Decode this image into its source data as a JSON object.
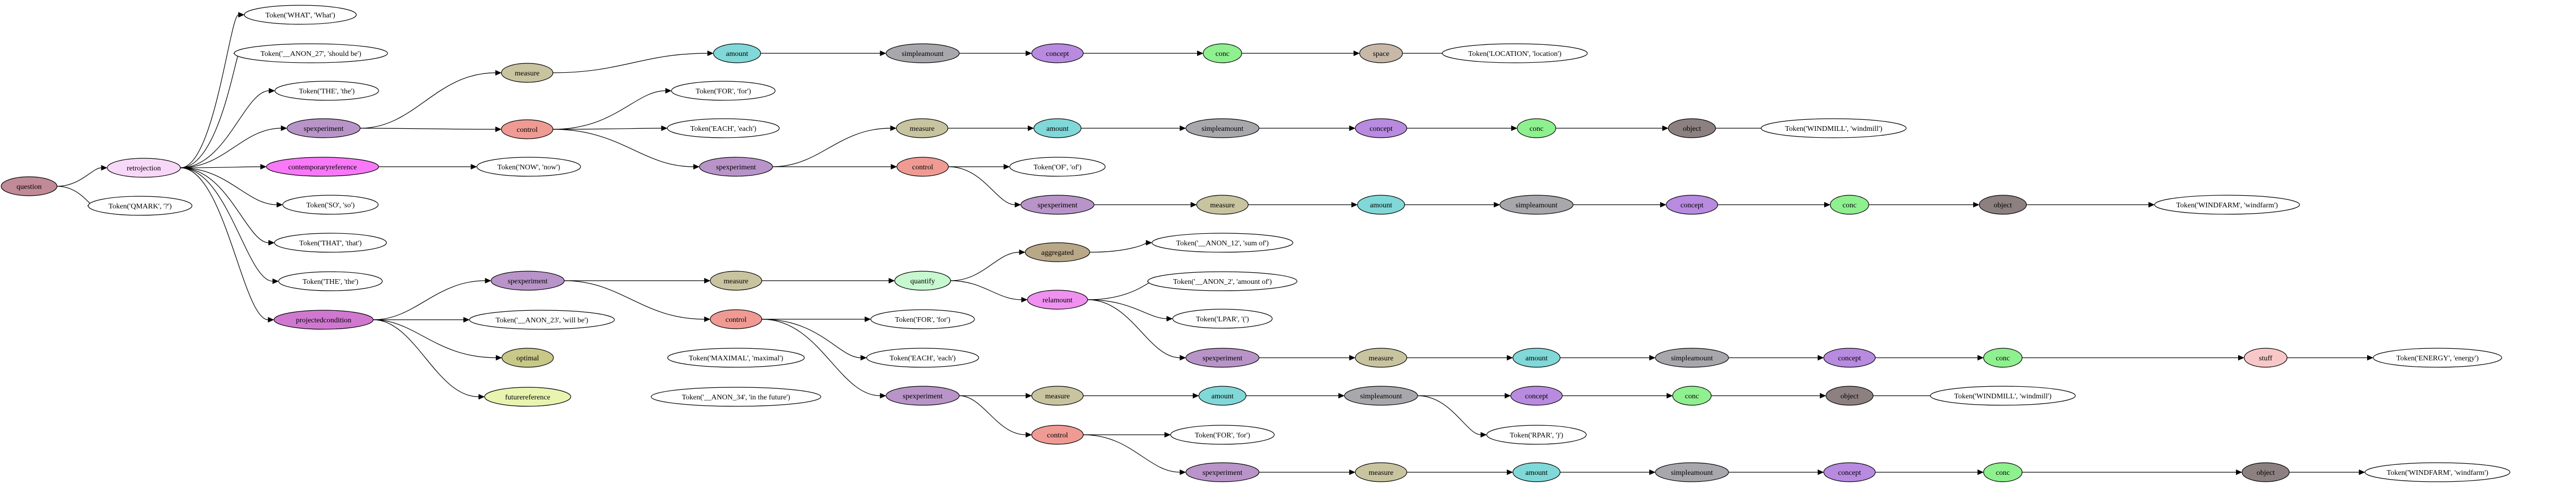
{
  "colors": {
    "question": "#c08a96",
    "retrojection": "#f8d8f8",
    "spexperiment": "#b894c8",
    "control": "#f09a94",
    "measure": "#c8c4a0",
    "amount": "#80d8d8",
    "simpleamount": "#a8a8ac",
    "concept": "#b88ae0",
    "conc": "#8ef08e",
    "space": "#c8b8a8",
    "object": "#8c8080",
    "contemporaryreference": "#f878f8",
    "projectedcondition": "#d078d0",
    "optimal": "#c8c888",
    "futurereference": "#e8f4b0",
    "quantify": "#c8f8d0",
    "aggregated": "#b8a888",
    "relamount": "#f090f0",
    "stuff": "#f8c8c8",
    "token": "#ffffff"
  },
  "nodes": [
    {
      "id": "question",
      "label": "question",
      "kind": "question"
    },
    {
      "id": "qmark",
      "label": "Token('QMARK', '?')",
      "kind": "token"
    },
    {
      "id": "retro",
      "label": "retrojection",
      "kind": "retrojection"
    },
    {
      "id": "t_what",
      "label": "Token('WHAT', 'What')",
      "kind": "token"
    },
    {
      "id": "t_anon27",
      "label": "Token('__ANON_27', 'should be')",
      "kind": "token"
    },
    {
      "id": "t_the1",
      "label": "Token('THE', 'the')",
      "kind": "token"
    },
    {
      "id": "spexp1",
      "label": "spexperiment",
      "kind": "spexperiment"
    },
    {
      "id": "measure1",
      "label": "measure",
      "kind": "measure"
    },
    {
      "id": "amount1",
      "label": "amount",
      "kind": "amount"
    },
    {
      "id": "simple1",
      "label": "simpleamount",
      "kind": "simpleamount"
    },
    {
      "id": "concept1",
      "label": "concept",
      "kind": "concept"
    },
    {
      "id": "conc1",
      "label": "conc",
      "kind": "conc"
    },
    {
      "id": "space1",
      "label": "space",
      "kind": "space"
    },
    {
      "id": "t_location",
      "label": "Token('LOCATION', 'location')",
      "kind": "token"
    },
    {
      "id": "control1",
      "label": "control",
      "kind": "control"
    },
    {
      "id": "t_for1",
      "label": "Token('FOR', 'for')",
      "kind": "token"
    },
    {
      "id": "t_each1",
      "label": "Token('EACH', 'each')",
      "kind": "token"
    },
    {
      "id": "spexp2",
      "label": "spexperiment",
      "kind": "spexperiment"
    },
    {
      "id": "measure2",
      "label": "measure",
      "kind": "measure"
    },
    {
      "id": "amount2",
      "label": "amount",
      "kind": "amount"
    },
    {
      "id": "simple2",
      "label": "simpleamount",
      "kind": "simpleamount"
    },
    {
      "id": "concept2",
      "label": "concept",
      "kind": "concept"
    },
    {
      "id": "conc2",
      "label": "conc",
      "kind": "conc"
    },
    {
      "id": "object2",
      "label": "object",
      "kind": "object"
    },
    {
      "id": "t_windmill1",
      "label": "Token('WINDMILL', 'windmill')",
      "kind": "token"
    },
    {
      "id": "control2",
      "label": "control",
      "kind": "control"
    },
    {
      "id": "t_of",
      "label": "Token('OF', 'of')",
      "kind": "token"
    },
    {
      "id": "spexp3",
      "label": "spexperiment",
      "kind": "spexperiment"
    },
    {
      "id": "measure3",
      "label": "measure",
      "kind": "measure"
    },
    {
      "id": "amount3",
      "label": "amount",
      "kind": "amount"
    },
    {
      "id": "simple3",
      "label": "simpleamount",
      "kind": "simpleamount"
    },
    {
      "id": "concept3",
      "label": "concept",
      "kind": "concept"
    },
    {
      "id": "conc3",
      "label": "conc",
      "kind": "conc"
    },
    {
      "id": "object3",
      "label": "object",
      "kind": "object"
    },
    {
      "id": "t_windfarm1",
      "label": "Token('WINDFARM', 'windfarm')",
      "kind": "token"
    },
    {
      "id": "contemp",
      "label": "contemporaryreference",
      "kind": "contemporaryreference"
    },
    {
      "id": "t_now",
      "label": "Token('NOW', 'now')",
      "kind": "token"
    },
    {
      "id": "t_so",
      "label": "Token('SO', 'so')",
      "kind": "token"
    },
    {
      "id": "t_that",
      "label": "Token('THAT', 'that')",
      "kind": "token"
    },
    {
      "id": "t_the2",
      "label": "Token('THE', 'the')",
      "kind": "token"
    },
    {
      "id": "projcond",
      "label": "projectedcondition",
      "kind": "projectedcondition"
    },
    {
      "id": "spexp4",
      "label": "spexperiment",
      "kind": "spexperiment"
    },
    {
      "id": "measure4",
      "label": "measure",
      "kind": "measure"
    },
    {
      "id": "quantify",
      "label": "quantify",
      "kind": "quantify"
    },
    {
      "id": "aggregated",
      "label": "aggregated",
      "kind": "aggregated"
    },
    {
      "id": "t_anon12",
      "label": "Token('__ANON_12', 'sum of')",
      "kind": "token"
    },
    {
      "id": "relamount",
      "label": "relamount",
      "kind": "relamount"
    },
    {
      "id": "t_anon2",
      "label": "Token('__ANON_2', 'amount of')",
      "kind": "token"
    },
    {
      "id": "t_lpar",
      "label": "Token('LPAR', '(')",
      "kind": "token"
    },
    {
      "id": "spexp5",
      "label": "spexperiment",
      "kind": "spexperiment"
    },
    {
      "id": "measure5",
      "label": "measure",
      "kind": "measure"
    },
    {
      "id": "amount5",
      "label": "amount",
      "kind": "amount"
    },
    {
      "id": "simple5",
      "label": "simpleamount",
      "kind": "simpleamount"
    },
    {
      "id": "concept5",
      "label": "concept",
      "kind": "concept"
    },
    {
      "id": "conc5",
      "label": "conc",
      "kind": "conc"
    },
    {
      "id": "stuff5",
      "label": "stuff",
      "kind": "stuff"
    },
    {
      "id": "t_energy",
      "label": "Token('ENERGY', 'energy')",
      "kind": "token"
    },
    {
      "id": "control4",
      "label": "control",
      "kind": "control"
    },
    {
      "id": "t_for2",
      "label": "Token('FOR', 'for')",
      "kind": "token"
    },
    {
      "id": "t_each2",
      "label": "Token('EACH', 'each')",
      "kind": "token"
    },
    {
      "id": "t_anon23",
      "label": "Token('__ANON_23', 'will be')",
      "kind": "token"
    },
    {
      "id": "optimal",
      "label": "optimal",
      "kind": "optimal"
    },
    {
      "id": "t_maximal",
      "label": "Token('MAXIMAL', 'maximal')",
      "kind": "token"
    },
    {
      "id": "futureref",
      "label": "futurereference",
      "kind": "futurereference"
    },
    {
      "id": "t_anon34",
      "label": "Token('__ANON_34', 'in the future')",
      "kind": "token"
    },
    {
      "id": "spexp6",
      "label": "spexperiment",
      "kind": "spexperiment"
    },
    {
      "id": "measure6",
      "label": "measure",
      "kind": "measure"
    },
    {
      "id": "amount6",
      "label": "amount",
      "kind": "amount"
    },
    {
      "id": "simple6",
      "label": "simpleamount",
      "kind": "simpleamount"
    },
    {
      "id": "t_rpar",
      "label": "Token('RPAR', ')')",
      "kind": "token"
    },
    {
      "id": "concept6",
      "label": "concept",
      "kind": "concept"
    },
    {
      "id": "conc6",
      "label": "conc",
      "kind": "conc"
    },
    {
      "id": "object6",
      "label": "object",
      "kind": "object"
    },
    {
      "id": "t_windmill2",
      "label": "Token('WINDMILL', 'windmill')",
      "kind": "token"
    },
    {
      "id": "control6",
      "label": "control",
      "kind": "control"
    },
    {
      "id": "t_for3",
      "label": "Token('FOR', 'for')",
      "kind": "token"
    },
    {
      "id": "spexp7",
      "label": "spexperiment",
      "kind": "spexperiment"
    },
    {
      "id": "measure7",
      "label": "measure",
      "kind": "measure"
    },
    {
      "id": "amount7",
      "label": "amount",
      "kind": "amount"
    },
    {
      "id": "simple7",
      "label": "simpleamount",
      "kind": "simpleamount"
    },
    {
      "id": "concept7",
      "label": "concept",
      "kind": "concept"
    },
    {
      "id": "conc7",
      "label": "conc",
      "kind": "conc"
    },
    {
      "id": "object7",
      "label": "object",
      "kind": "object"
    },
    {
      "id": "t_windfarm2",
      "label": "Token('WINDFARM', 'windfarm')",
      "kind": "token"
    }
  ],
  "edges": [
    [
      "question",
      "retro"
    ],
    [
      "question",
      "qmark"
    ],
    [
      "retro",
      "t_what"
    ],
    [
      "retro",
      "t_anon27"
    ],
    [
      "retro",
      "t_the1"
    ],
    [
      "retro",
      "spexp1"
    ],
    [
      "retro",
      "contemp"
    ],
    [
      "retro",
      "t_so"
    ],
    [
      "retro",
      "t_that"
    ],
    [
      "retro",
      "t_the2"
    ],
    [
      "retro",
      "projcond"
    ],
    [
      "spexp1",
      "measure1"
    ],
    [
      "spexp1",
      "control1"
    ],
    [
      "measure1",
      "amount1"
    ],
    [
      "amount1",
      "simple1"
    ],
    [
      "simple1",
      "concept1"
    ],
    [
      "concept1",
      "conc1"
    ],
    [
      "conc1",
      "space1"
    ],
    [
      "space1",
      "t_location"
    ],
    [
      "control1",
      "t_for1"
    ],
    [
      "control1",
      "t_each1"
    ],
    [
      "control1",
      "spexp2"
    ],
    [
      "spexp2",
      "measure2"
    ],
    [
      "spexp2",
      "control2"
    ],
    [
      "measure2",
      "amount2"
    ],
    [
      "amount2",
      "simple2"
    ],
    [
      "simple2",
      "concept2"
    ],
    [
      "concept2",
      "conc2"
    ],
    [
      "conc2",
      "object2"
    ],
    [
      "object2",
      "t_windmill1"
    ],
    [
      "control2",
      "t_of"
    ],
    [
      "control2",
      "spexp3"
    ],
    [
      "spexp3",
      "measure3"
    ],
    [
      "measure3",
      "amount3"
    ],
    [
      "amount3",
      "simple3"
    ],
    [
      "simple3",
      "concept3"
    ],
    [
      "concept3",
      "conc3"
    ],
    [
      "conc3",
      "object3"
    ],
    [
      "object3",
      "t_windfarm1"
    ],
    [
      "contemp",
      "t_now"
    ],
    [
      "projcond",
      "spexp4"
    ],
    [
      "projcond",
      "t_anon23"
    ],
    [
      "projcond",
      "optimal"
    ],
    [
      "projcond",
      "futureref"
    ],
    [
      "spexp4",
      "measure4"
    ],
    [
      "spexp4",
      "control4"
    ],
    [
      "measure4",
      "quantify"
    ],
    [
      "quantify",
      "aggregated"
    ],
    [
      "quantify",
      "relamount"
    ],
    [
      "aggregated",
      "t_anon12"
    ],
    [
      "relamount",
      "t_anon2"
    ],
    [
      "relamount",
      "t_lpar"
    ],
    [
      "relamount",
      "spexp5"
    ],
    [
      "spexp5",
      "measure5"
    ],
    [
      "measure5",
      "amount5"
    ],
    [
      "amount5",
      "simple5"
    ],
    [
      "simple5",
      "concept5"
    ],
    [
      "concept5",
      "conc5"
    ],
    [
      "conc5",
      "stuff5"
    ],
    [
      "stuff5",
      "t_energy"
    ],
    [
      "control4",
      "t_for2"
    ],
    [
      "control4",
      "t_each2"
    ],
    [
      "control4",
      "spexp6"
    ],
    [
      "spexp6",
      "measure6"
    ],
    [
      "spexp6",
      "control6"
    ],
    [
      "measure6",
      "amount6"
    ],
    [
      "amount6",
      "simple6"
    ],
    [
      "simple6",
      "t_rpar"
    ],
    [
      "simple6",
      "concept6"
    ],
    [
      "concept6",
      "conc6"
    ],
    [
      "conc6",
      "object6"
    ],
    [
      "object6",
      "t_windmill2"
    ],
    [
      "control6",
      "t_for3"
    ],
    [
      "control6",
      "spexp7"
    ],
    [
      "spexp7",
      "measure7"
    ],
    [
      "measure7",
      "amount7"
    ],
    [
      "amount7",
      "simple7"
    ],
    [
      "simple7",
      "concept7"
    ],
    [
      "concept7",
      "conc7"
    ],
    [
      "conc7",
      "object7"
    ],
    [
      "object7",
      "t_windfarm2"
    ]
  ]
}
